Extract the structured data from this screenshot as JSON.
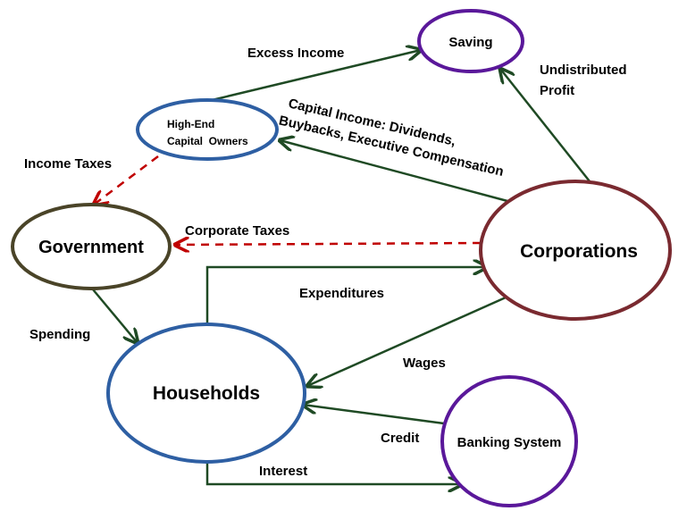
{
  "nodes": {
    "saving": {
      "label": "Saving",
      "border": "#5a189a"
    },
    "capital_owners": {
      "label_line1": "High-End",
      "label_line2": "Capital  Owners",
      "border": "#2e5fa3"
    },
    "government": {
      "label": "Government",
      "border": "#4a4428"
    },
    "corporations": {
      "label": "Corporations",
      "border": "#7a2a30"
    },
    "households": {
      "label": "Households",
      "border": "#2e5fa3"
    },
    "banking": {
      "label": "Banking System",
      "border": "#5a189a"
    }
  },
  "edges": {
    "excess_income": "Excess Income",
    "undistributed_profit_line1": "Undistributed",
    "undistributed_profit_line2": "Profit",
    "capital_income_line1": "Capital Income: Dividends,",
    "capital_income_line2": "Buybacks, Executive Compensation",
    "income_taxes": "Income Taxes",
    "corporate_taxes": "Corporate Taxes",
    "spending": "Spending",
    "expenditures": "Expenditures",
    "wages": "Wages",
    "credit": "Credit",
    "interest": "Interest"
  },
  "colors": {
    "flow_arrow": "#1f4a24",
    "tax_arrow": "#c00000"
  }
}
